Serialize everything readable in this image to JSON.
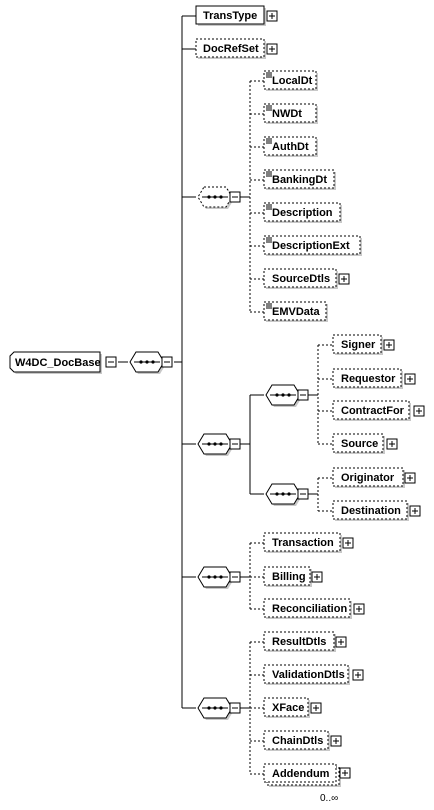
{
  "root": {
    "label": "W4DC_DocBase"
  },
  "elements": {
    "trans_type": "TransType",
    "doc_ref_set": "DocRefSet",
    "local_dt": "LocalDt",
    "nw_dt": "NWDt",
    "auth_dt": "AuthDt",
    "banking_dt": "BankingDt",
    "description": "Description",
    "description_ext": "DescriptionExt",
    "source_dtls": "SourceDtls",
    "emv_data": "EMVData",
    "signer": "Signer",
    "requestor": "Requestor",
    "contract_for": "ContractFor",
    "source": "Source",
    "originator": "Originator",
    "destination": "Destination",
    "transaction": "Transaction",
    "billing": "Billing",
    "reconciliation": "Reconciliation",
    "result_dtls": "ResultDtls",
    "validation_dtls": "ValidationDtls",
    "xface": "XFace",
    "chain_dtls": "ChainDtls",
    "addendum": "Addendum"
  },
  "addendum_multiplicity": "0..∞",
  "colors": {
    "line": "#000000",
    "box_fill": "#ffffff",
    "shadow": "#c8c8c8"
  }
}
